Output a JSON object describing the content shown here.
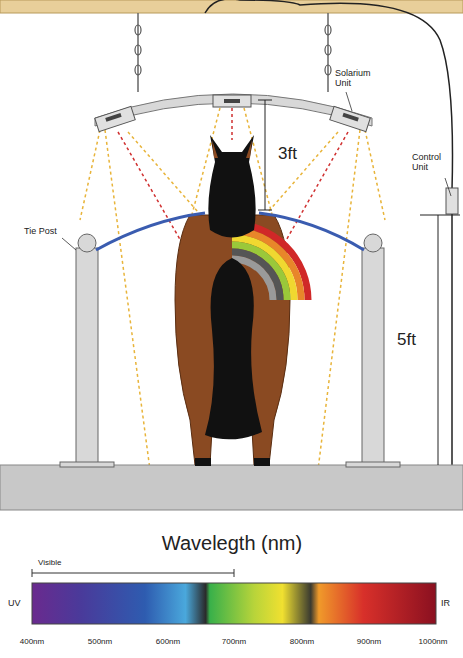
{
  "diagram": {
    "labels": [
      "Solarium Unit",
      "3ft",
      "Control Unit",
      "Tie Post",
      "5ft",
      "Wavelegth (nm)",
      "Visible",
      "UV",
      "IR",
      "400nm",
      "500nm",
      "600nm",
      "700nm",
      "800nm",
      "900nm",
      "1000nm"
    ]
  }
}
